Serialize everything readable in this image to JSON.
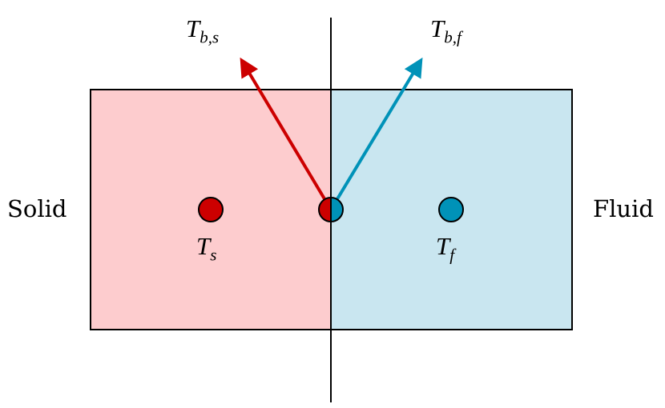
{
  "diagram": {
    "title": "",
    "colors": {
      "solid_fill": "#fdccce",
      "fluid_fill": "#c9e6f0",
      "solid_accent": "#cc0000",
      "fluid_accent": "#0092b8",
      "line": "#000000"
    },
    "regions": {
      "solid": {
        "label": "Solid"
      },
      "fluid": {
        "label": "Fluid"
      }
    },
    "nodes": {
      "solid_center": {
        "symbol": "T",
        "subscript": "s"
      },
      "fluid_center": {
        "symbol": "T",
        "subscript": "f"
      },
      "interface": {
        "description": "interface node (half red, half blue)"
      }
    },
    "arrows": {
      "solid_boundary": {
        "symbol": "T",
        "subscript": "b,s"
      },
      "fluid_boundary": {
        "symbol": "T",
        "subscript": "b,f"
      }
    }
  }
}
